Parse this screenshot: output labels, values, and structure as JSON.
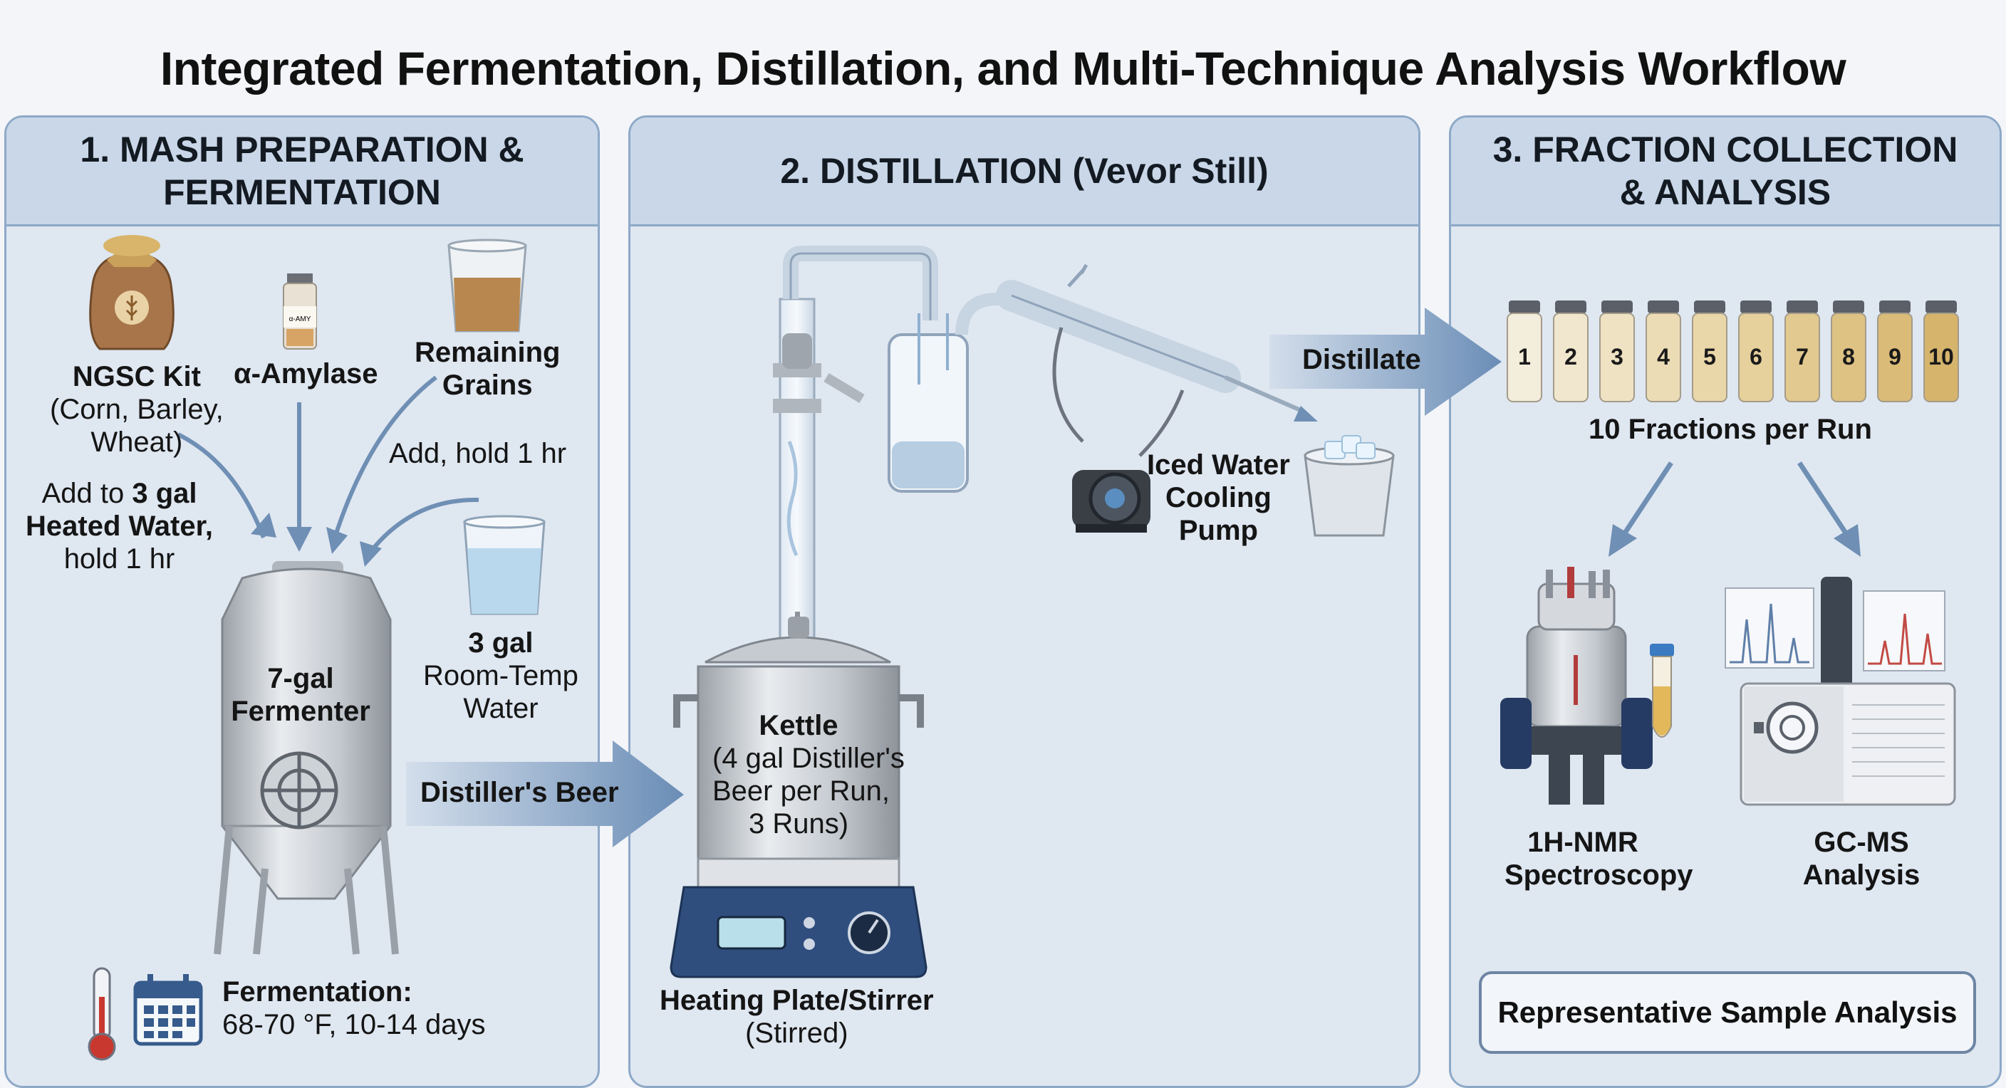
{
  "title": "Integrated Fermentation, Distillation, and Multi-Technique Analysis Workflow",
  "panel1": {
    "heading_line1": "1. MASH PREPARATION &",
    "heading_line2": "FERMENTATION",
    "ngsc_line1": "NGSC Kit",
    "ngsc_line2": "(Corn, Barley,",
    "ngsc_line3": "Wheat)",
    "amylase": "α-Amylase",
    "grains_line1": "Remaining",
    "grains_line2": "Grains",
    "grains_step": "Add, hold 1 hr",
    "add_line1_pre": "Add to ",
    "add_line1_bold": "3 gal",
    "add_line2": "Heated Water,",
    "add_line3": "hold 1 hr",
    "water_line1": "3 gal",
    "water_line2": "Room-Temp",
    "water_line3": "Water",
    "fermenter_line1": "7-gal",
    "fermenter_line2": "Fermenter",
    "vial_label": "α-AMY",
    "fermentation_line1": "Fermentation:",
    "fermentation_line2": "68-70 °F, 10-14 days"
  },
  "panel2": {
    "heading": "2. DISTILLATION (Vevor Still)",
    "beer_arrow": "Distiller's Beer",
    "kettle_line1": "Kettle",
    "kettle_line2": "(4 gal Distiller's",
    "kettle_line3": "Beer per Run,",
    "kettle_line4": "3 Runs)",
    "pump_line1": "Iced Water",
    "pump_line2": "Cooling",
    "pump_line3": "Pump",
    "plate_line1": "Heating Plate/Stirrer",
    "plate_line2": "(Stirred)"
  },
  "panel3": {
    "heading_line1": "3. FRACTION COLLECTION",
    "heading_line2": "& ANALYSIS",
    "distillate_arrow": "Distillate",
    "fractions": [
      "1",
      "2",
      "3",
      "4",
      "5",
      "6",
      "7",
      "8",
      "9",
      "10"
    ],
    "fractions_caption": "10 Fractions per Run",
    "nmr_line1": "1H-NMR",
    "nmr_line2": "Spectroscopy",
    "gcms_line1": "GC-MS",
    "gcms_line2": "Analysis",
    "rep_box": "Representative Sample Analysis"
  },
  "colors": {
    "panel_bg": "#dfe7f1",
    "panel_head": "#c9d7e8",
    "arrow": "#6f8fb4",
    "steel": "#c4c8cd",
    "plate_blue": "#2f4e7e"
  }
}
